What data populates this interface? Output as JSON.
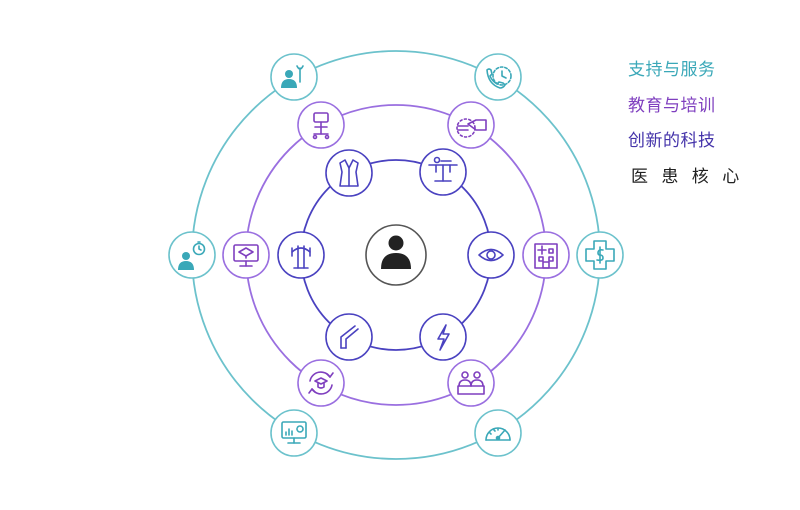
{
  "legend": {
    "support_service": "支持与服务",
    "education_training": "教育与培训",
    "innovative_technology": "创新的科技",
    "patient_core": "医 患 核 心"
  },
  "colors": {
    "support_service": "#3aa8b8",
    "education_training": "#7f3fbf",
    "innovative_technology": "#4433aa",
    "patient_core": "#222222",
    "outer_ring": "#6cc2cc",
    "middle_ring": "#9a6fe0",
    "inner_ring": "#4a42c0",
    "center_ring": "#555555"
  },
  "icons": {
    "center": "patient-icon",
    "inner_ring": [
      "vest-icon",
      "surgical-table-icon",
      "eye-icon",
      "lightning-icon",
      "endoscope-icon",
      "tower-icon"
    ],
    "middle_ring": [
      "ultrasound-cart-icon",
      "stapler-icon",
      "hospital-icon",
      "team-training-icon",
      "education-cycle-icon",
      "monitor-training-icon"
    ],
    "outer_ring": [
      "service-person-icon",
      "phone-clock-icon",
      "health-finance-icon",
      "gauge-icon",
      "analytics-monitor-icon",
      "time-person-icon"
    ]
  }
}
